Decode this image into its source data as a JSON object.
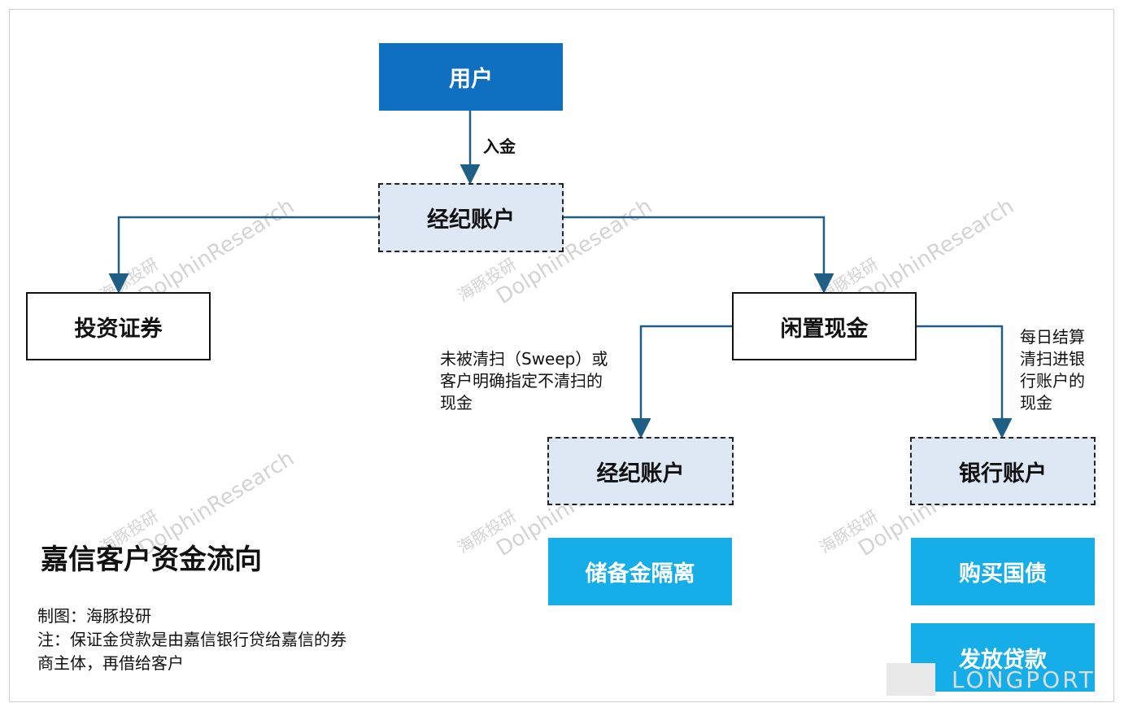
{
  "nodes": {
    "user": "用户",
    "brokerage_top": "经纪账户",
    "invest": "投资证券",
    "idle_cash": "闲置现金",
    "brokerage_left": "经纪账户",
    "bank": "银行账户",
    "reserve": "储备金隔离",
    "treasury": "购买国债",
    "loans": "发放贷款"
  },
  "edges": {
    "deposit": "入金",
    "not_swept": [
      "未被清扫（Sweep）或",
      "客户明确指定不清扫的",
      "现金"
    ],
    "daily_sweep": [
      "每日结算",
      "清扫进银",
      "行账户的",
      "现金"
    ]
  },
  "title": "嘉信客户资金流向",
  "notes": {
    "source": "制图：海豚投研",
    "note_line1": "注：保证金贷款是由嘉信银行贷给嘉信的券",
    "note_line2": "商主体，再借给客户"
  },
  "watermark": {
    "en": "DolphinResearch",
    "cn": "海豚投研",
    "footer": "LONGPORT"
  },
  "colors": {
    "user_fill": "#0f6fc1",
    "dashed_fill": "#dde8f4",
    "cyan_fill": "#16aee9",
    "arrow": "#1f5f85"
  }
}
